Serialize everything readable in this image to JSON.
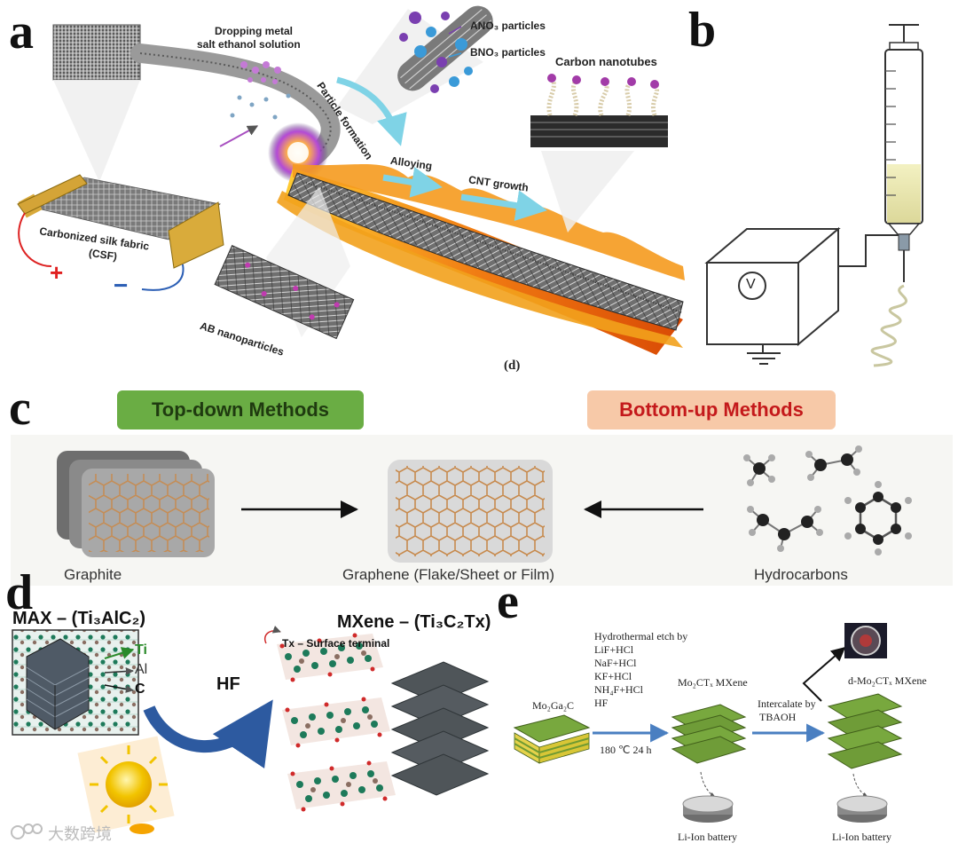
{
  "panel_letters": {
    "a": "a",
    "b": "b",
    "c": "c",
    "d": "d",
    "e": "e"
  },
  "panel_a": {
    "dropping_line1": "Dropping metal",
    "dropping_line2": "salt ethanol solution",
    "ano3": "ANO₃ particles",
    "bno3": "BNO₃ particles",
    "particle_formation": "Particle formation",
    "carbon_nanotubes": "Carbon nanotubes",
    "alloying": "Alloying",
    "cnt_growth": "CNT growth",
    "csf_line1": "Carbonized silk fabric",
    "csf_line2": "(CSF)",
    "plus": "+",
    "minus": "−",
    "ab_nanoparticles": "AB nanoparticles",
    "sublabel": "(d)"
  },
  "panel_b": {
    "voltmeter": "V"
  },
  "panel_c": {
    "top_down": "Top-down Methods",
    "bottom_up": "Bottom-up Methods",
    "graphite": "Graphite",
    "graphene": "Graphene (Flake/Sheet or Film)",
    "hydrocarbons": "Hydrocarbons",
    "colors": {
      "top_down_bg": "#6aad44",
      "bottom_up_bg": "#f7c9a8",
      "bottom_up_text": "#c4191b",
      "top_down_text": "#1f3a10"
    }
  },
  "panel_d": {
    "max_title": "MAX – (Ti₃AlC₂)",
    "mxene_title": "MXene – (Ti₃C₂Tx)",
    "ti": "Ti",
    "al": "Al",
    "c": "C",
    "hf": "HF",
    "tx_label": "Tx – Surface terminal"
  },
  "panel_e": {
    "mo2ga2c": "Mo₂Ga₂C",
    "etch_lines": [
      "Hydrothermal etch by",
      "LiF+HCl",
      "NaF+HCl",
      "KF+HCl",
      "NH₄F+HCl",
      "HF"
    ],
    "condition": "180 ℃ 24 h",
    "mo2ctx": "Mo₂CTₓ MXene",
    "intercalate_line1": "Intercalate by",
    "intercalate_line2": "TBAOH",
    "d_mo2ctx": "d-Mo₂CTₓ MXene",
    "battery1": "Li-Ion battery",
    "battery2": "Li-Ion battery"
  },
  "watermark": "大数跨境"
}
